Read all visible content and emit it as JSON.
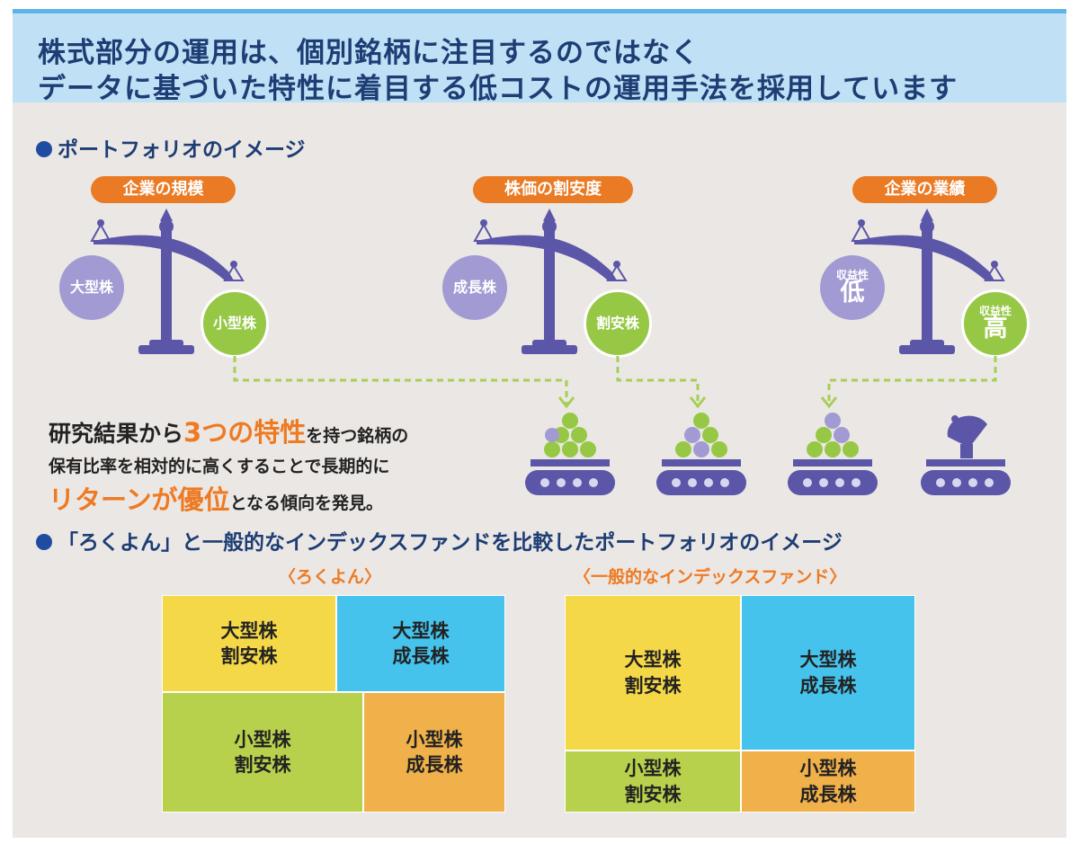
{
  "header": {
    "line1": "株式部分の運用は、個別銘柄に注目するのではなく",
    "line2": "データに基づいた特性に着目する低コストの運用手法を採用しています"
  },
  "section1": {
    "title": "ポートフォリオのイメージ"
  },
  "scales": [
    {
      "label": "企業の規模",
      "left_ball": "大型株",
      "right_ball": "小型株"
    },
    {
      "label": "株価の割安度",
      "left_ball": "成長株",
      "right_ball": "割安株"
    },
    {
      "label": "企業の業績",
      "left_small": "収益性",
      "left_big": "低",
      "right_small": "収益性",
      "right_big": "高"
    }
  ],
  "research": {
    "line1_a": "研究結果から",
    "line1_hl": "3つの特性",
    "line1_b": "を持つ銘柄の",
    "line2": "保有比率を相対的に高くすることで長期的に",
    "line3_hl": "リターンが優位",
    "line3_b": "となる傾向を発見。"
  },
  "section2": {
    "title": "「ろくよん」と一般的なインデックスファンドを比較したポートフォリオのイメージ"
  },
  "rokuyon": {
    "title": "〈ろくよん〉",
    "tiles": [
      {
        "line1": "大型株",
        "line2": "割安株"
      },
      {
        "line1": "大型株",
        "line2": "成長株"
      },
      {
        "line1": "小型株",
        "line2": "割安株"
      },
      {
        "line1": "小型株",
        "line2": "成長株"
      }
    ]
  },
  "index_fund": {
    "title": "〈一般的なインデックスファンド〉",
    "tiles": [
      {
        "line1": "大型株",
        "line2": "割安株"
      },
      {
        "line1": "大型株",
        "line2": "成長株"
      },
      {
        "line1": "小型株",
        "line2": "割安株"
      },
      {
        "line1": "小型株",
        "line2": "成長株"
      }
    ]
  },
  "colors": {
    "navy": "#1d3d74",
    "orange": "#ea7a24",
    "purple": "#a29bd3",
    "scale_purple": "#5b56a8",
    "green": "#96c846",
    "tile_yellow": "#f5d848",
    "tile_blue": "#45c3ec",
    "tile_green": "#b8d14c",
    "tile_orange": "#f0b04a"
  }
}
